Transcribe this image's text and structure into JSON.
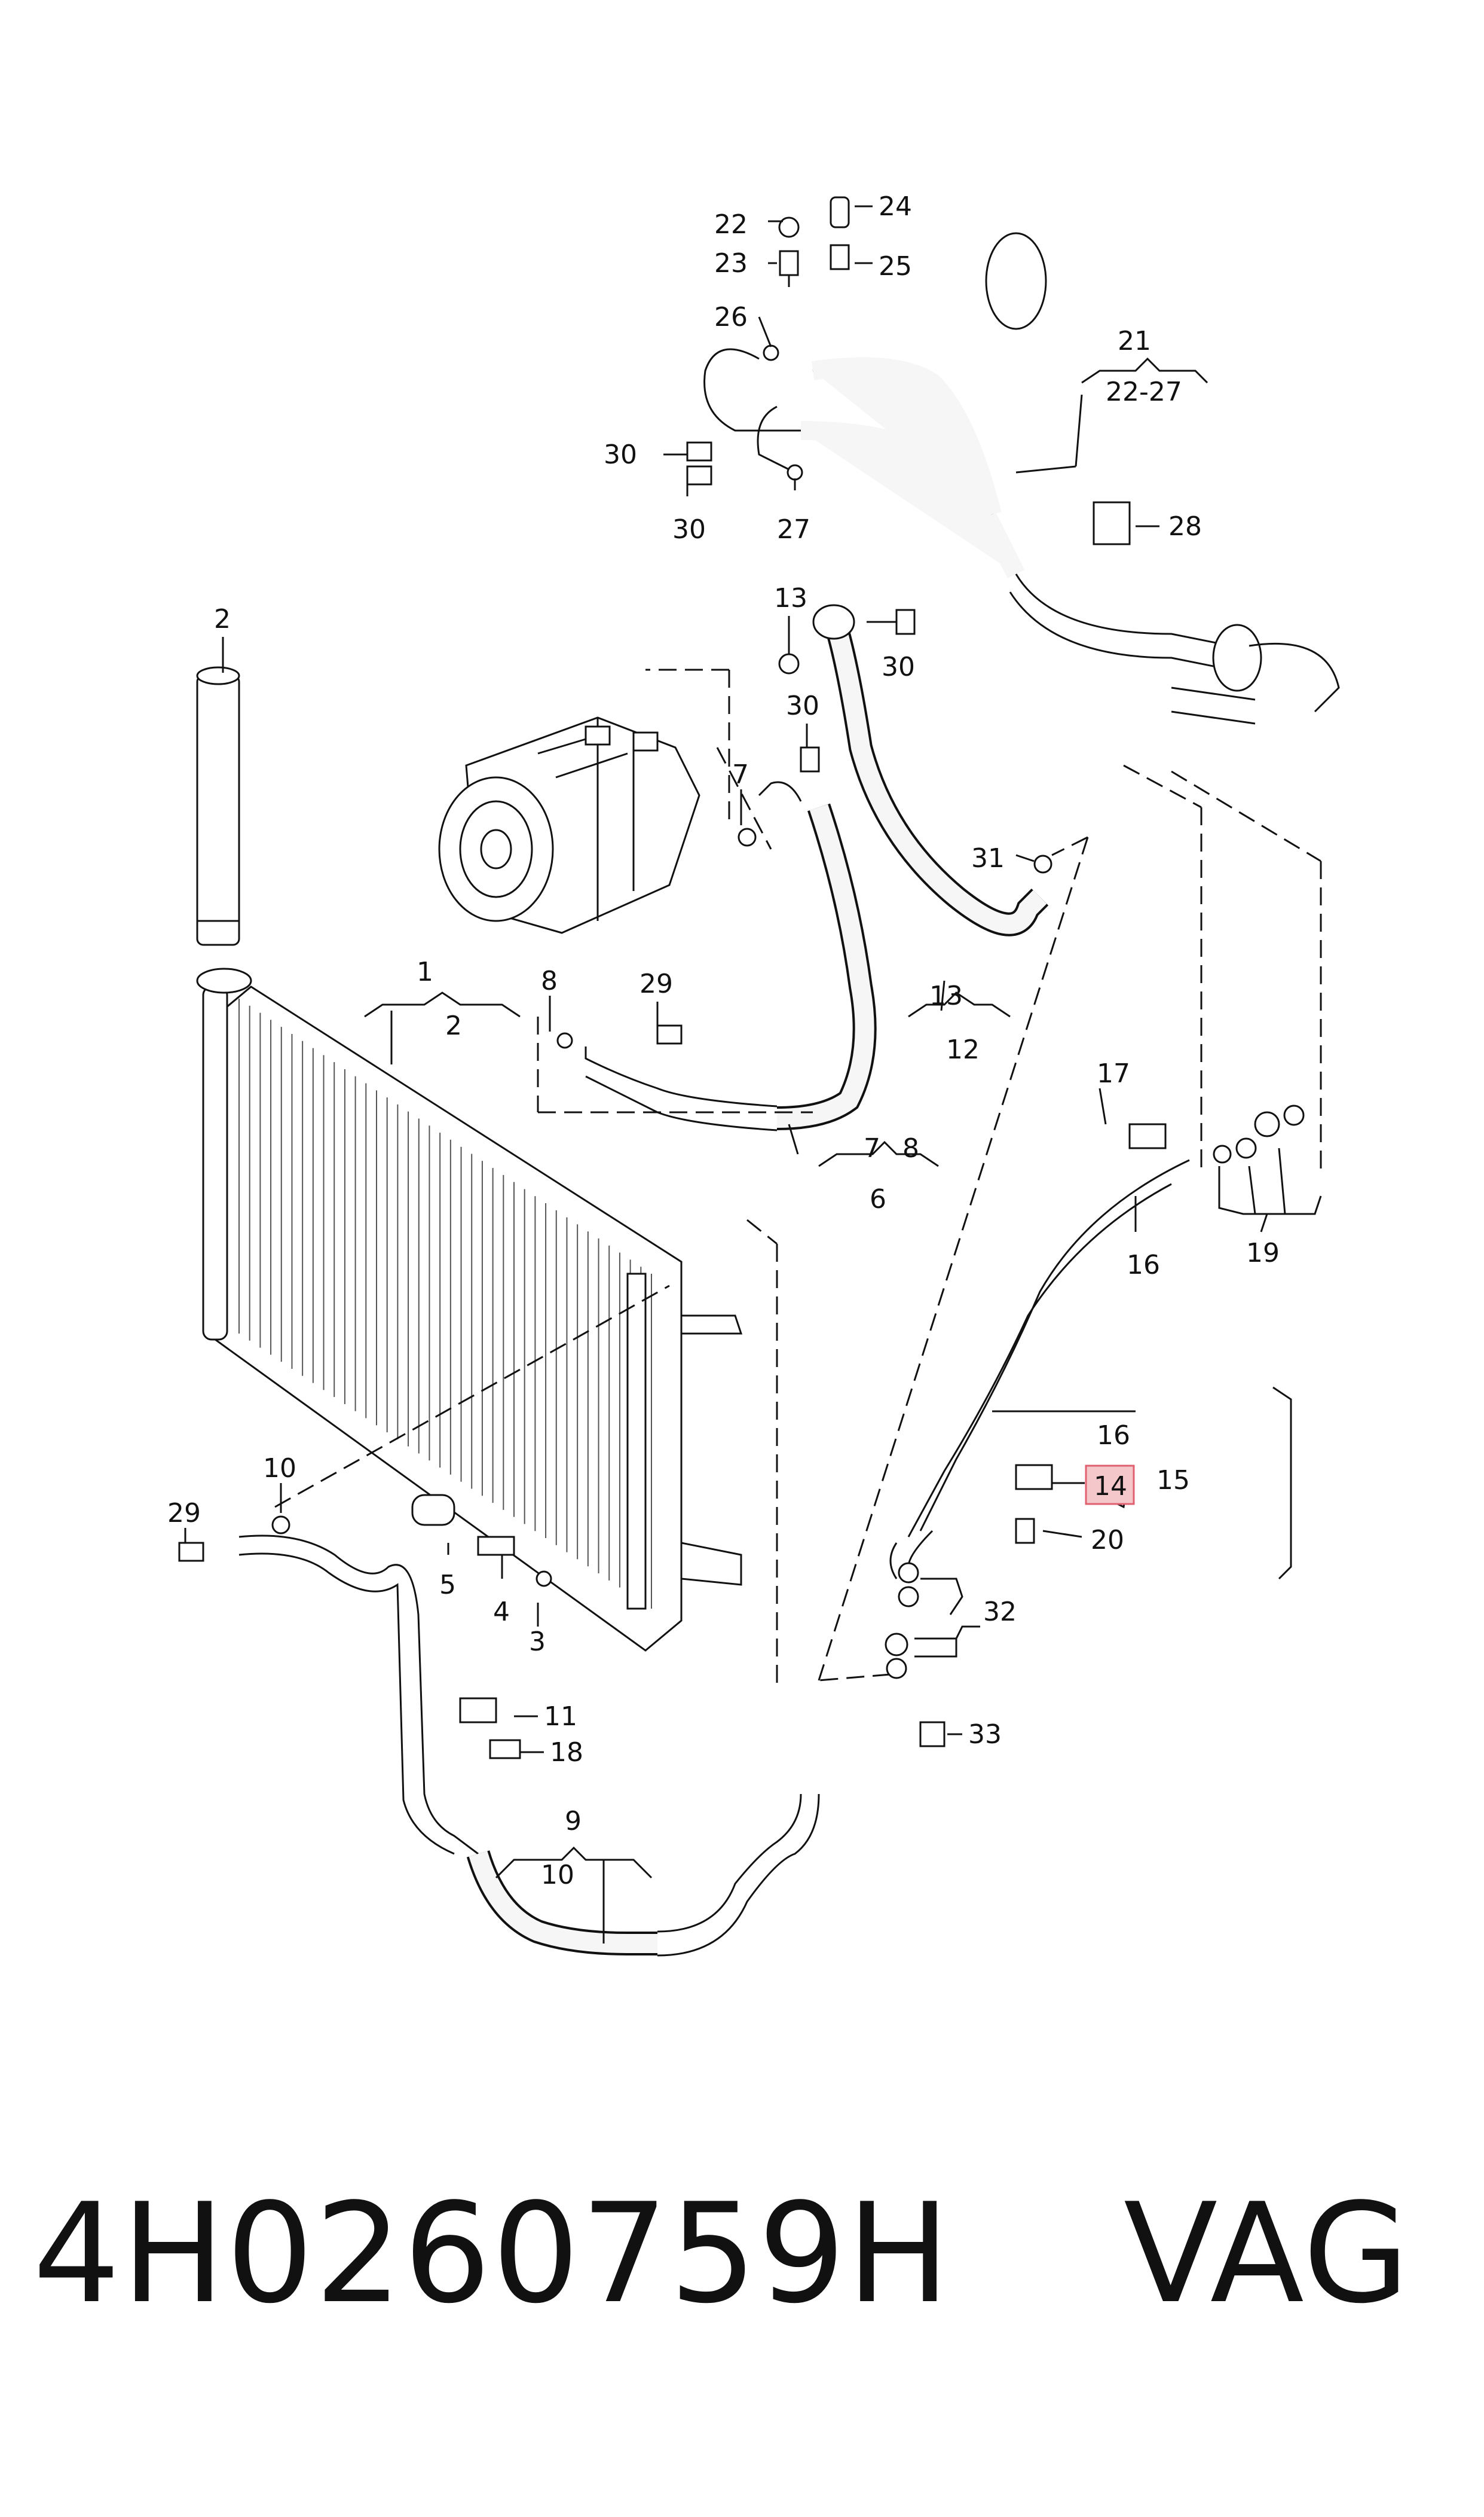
{
  "callouts": {
    "c1": "1",
    "c2_top": "2",
    "c2_cond": "2",
    "c3": "3",
    "c4": "4",
    "c5": "5",
    "c6": "6",
    "c7a": "7",
    "c7b": "7",
    "c8a": "8",
    "c8b": "8",
    "c9": "9",
    "c10a": "10",
    "c10b": "10",
    "c11": "11",
    "c12": "12",
    "c13a": "13",
    "c13b": "13",
    "c14": "14",
    "c15": "15",
    "c16a": "16",
    "c16b": "16",
    "c17": "17",
    "c18": "18",
    "c19": "19",
    "c20": "20",
    "c21": "21",
    "c2227": "22-27",
    "c22": "22",
    "c23": "23",
    "c24": "24",
    "c25": "25",
    "c26": "26",
    "c27": "27",
    "c28": "28",
    "c29a": "29",
    "c29b": "29",
    "c30a": "30",
    "c30b": "30",
    "c30c": "30",
    "c30d": "30",
    "c31": "31",
    "c32": "32",
    "c33": "33"
  },
  "highlight": {
    "callout": "14",
    "color": "#f4c7cb",
    "border": "#e06070"
  },
  "footer": {
    "part_number": "4H0260759H",
    "brand": "VAG"
  }
}
